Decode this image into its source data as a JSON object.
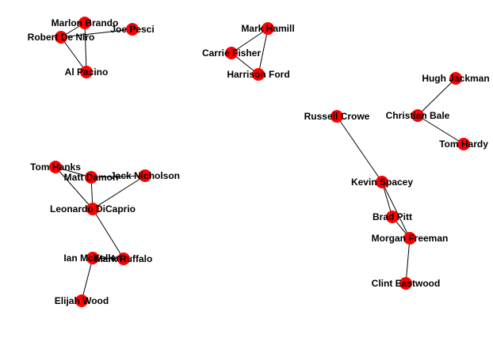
{
  "colors": {
    "node": "#ff0000",
    "edge": "#000000",
    "label": "#000000",
    "background": "#ffffff"
  },
  "nodes": [
    {
      "id": "marlon-brando",
      "label": "Marlon Brando"
    },
    {
      "id": "joe-pesci",
      "label": "Joe Pesci"
    },
    {
      "id": "robert-de-niro",
      "label": "Robert De Niro"
    },
    {
      "id": "al-pacino",
      "label": "Al Pacino"
    },
    {
      "id": "mark-hamill",
      "label": "Mark Hamill"
    },
    {
      "id": "carrie-fisher",
      "label": "Carrie Fisher"
    },
    {
      "id": "harrison-ford",
      "label": "Harrison Ford"
    },
    {
      "id": "hugh-jackman",
      "label": "Hugh Jackman"
    },
    {
      "id": "russell-crowe",
      "label": "Russell Crowe"
    },
    {
      "id": "christian-bale",
      "label": "Christian Bale"
    },
    {
      "id": "tom-hardy",
      "label": "Tom Hardy"
    },
    {
      "id": "tom-hanks",
      "label": "Tom Hanks"
    },
    {
      "id": "matt-damon",
      "label": "Matt Damon"
    },
    {
      "id": "jack-nicholson",
      "label": "Jack Nicholson"
    },
    {
      "id": "leonardo-dicaprio",
      "label": "Leonardo DiCaprio"
    },
    {
      "id": "kevin-spacey",
      "label": "Kevin Spacey"
    },
    {
      "id": "brad-pitt",
      "label": "Brad Pitt"
    },
    {
      "id": "morgan-freeman",
      "label": "Morgan Freeman"
    },
    {
      "id": "ian-mckellen",
      "label": "Ian McKellen"
    },
    {
      "id": "mark-ruffalo",
      "label": "Mark Ruffalo"
    },
    {
      "id": "elijah-wood",
      "label": "Elijah Wood"
    },
    {
      "id": "clint-eastwood",
      "label": "Clint Eastwood"
    }
  ],
  "edges": [
    [
      "marlon-brando",
      "robert-de-niro"
    ],
    [
      "marlon-brando",
      "al-pacino"
    ],
    [
      "robert-de-niro",
      "al-pacino"
    ],
    [
      "robert-de-niro",
      "joe-pesci"
    ],
    [
      "mark-hamill",
      "carrie-fisher"
    ],
    [
      "mark-hamill",
      "harrison-ford"
    ],
    [
      "carrie-fisher",
      "harrison-ford"
    ],
    [
      "christian-bale",
      "hugh-jackman"
    ],
    [
      "christian-bale",
      "tom-hardy"
    ],
    [
      "russell-crowe",
      "kevin-spacey"
    ],
    [
      "kevin-spacey",
      "brad-pitt"
    ],
    [
      "kevin-spacey",
      "morgan-freeman"
    ],
    [
      "brad-pitt",
      "morgan-freeman"
    ],
    [
      "morgan-freeman",
      "clint-eastwood"
    ],
    [
      "tom-hanks",
      "matt-damon"
    ],
    [
      "tom-hanks",
      "leonardo-dicaprio"
    ],
    [
      "matt-damon",
      "jack-nicholson"
    ],
    [
      "matt-damon",
      "leonardo-dicaprio"
    ],
    [
      "jack-nicholson",
      "leonardo-dicaprio"
    ],
    [
      "leonardo-dicaprio",
      "mark-ruffalo"
    ],
    [
      "ian-mckellen",
      "mark-ruffalo"
    ],
    [
      "ian-mckellen",
      "elijah-wood"
    ]
  ]
}
